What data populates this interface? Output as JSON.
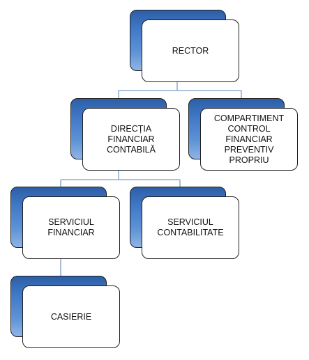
{
  "nodes": {
    "rector": {
      "label": "RECTOR"
    },
    "directia": {
      "label": "DIRECȚIA FINANCIAR\nCONTABILĂ"
    },
    "compartiment": {
      "label": "COMPARTIMENT\nCONTROL\nFINANCIAR\nPREVENTIV PROPRIU"
    },
    "serviciul_financiar": {
      "label": "SERVICIUL\nFINANCIAR"
    },
    "serviciul_contabilitate": {
      "label": "SERVICIUL\nCONTABILITATE"
    },
    "casierie": {
      "label": "CASIERIE"
    }
  },
  "colors": {
    "box_fill_top": "#2d5ea6",
    "box_fill_bottom": "#8fb4e6",
    "connector": "#7a9cc6",
    "outline": "#1f1f1f"
  }
}
